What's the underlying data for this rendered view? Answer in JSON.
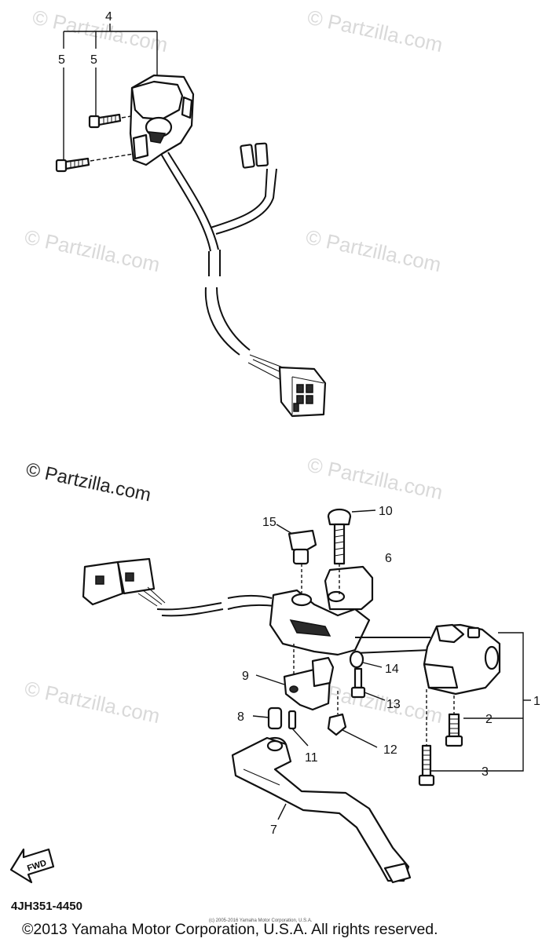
{
  "watermark": "© Partzilla.com",
  "diagram_code": "4JH351-4450",
  "small_copyright": "(c) 2005-2016 Yamaha Motor Corporation, U.S.A.",
  "copyright": "©2013 Yamaha Motor Corporation, U.S.A. All rights reserved.",
  "fwd_label": "FWD",
  "callouts": {
    "c1": "1",
    "c2": "2",
    "c3": "3",
    "c4": "4",
    "c5a": "5",
    "c5b": "5",
    "c6": "6",
    "c7": "7",
    "c8": "8",
    "c9": "9",
    "c10": "10",
    "c11": "11",
    "c12": "12",
    "c13": "13",
    "c14": "14",
    "c15": "15"
  }
}
